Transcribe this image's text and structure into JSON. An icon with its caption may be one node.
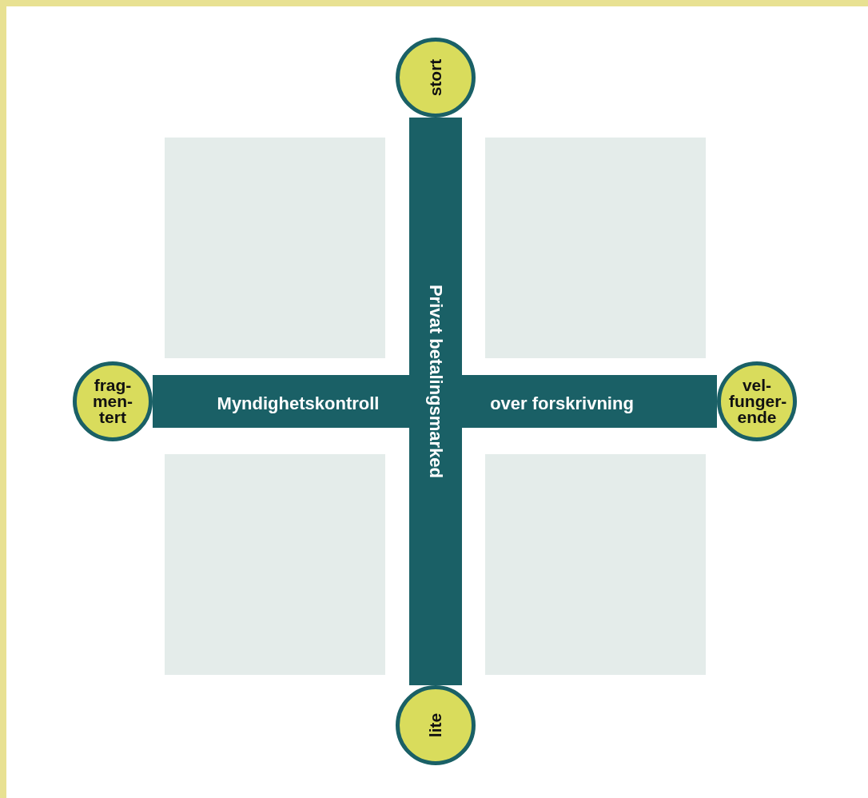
{
  "diagram": {
    "nodes": [
      {
        "text": [
          "stort"
        ]
      },
      {
        "text": [
          "frag- men- tert"
        ]
      },
      {
        "text": [
          "vel- funger- ende"
        ]
      },
      {
        "text": [
          "lite"
        ]
      }
    ],
    "edges": [
      {
        "from": 0,
        "to": 3,
        "arrow": "none",
        "label": "Privat betalingsmarked"
      },
      {
        "from": 1,
        "to": 2,
        "arrow": "none"
      }
    ],
    "labels": [
      "Myndighetskontroll",
      "over forskrivning"
    ]
  }
}
